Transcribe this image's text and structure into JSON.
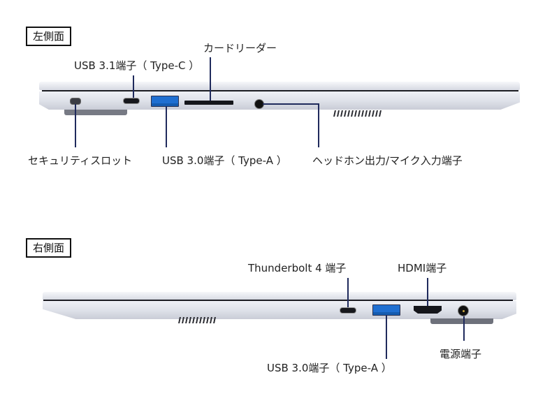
{
  "left_side": {
    "section_label": "左側面",
    "callouts": {
      "usb_c": "USB 3.1端子（ Type-C ）",
      "card_reader": "カードリーダー",
      "security_slot": "セキュリティスロット",
      "usb_a": "USB 3.0端子（ Type-A ）",
      "audio_jack": "ヘッドホン出力/マイク入力端子"
    }
  },
  "right_side": {
    "section_label": "右側面",
    "callouts": {
      "thunderbolt": "Thunderbolt 4 端子",
      "hdmi": "HDMI端子",
      "usb_a": "USB 3.0端子（ Type-A ）",
      "power": "電源端子"
    }
  },
  "colors": {
    "leader_line": "#1f2a5c",
    "usb_a_blue": "#1f6fd1",
    "chassis_silver": "#dde0e8"
  }
}
